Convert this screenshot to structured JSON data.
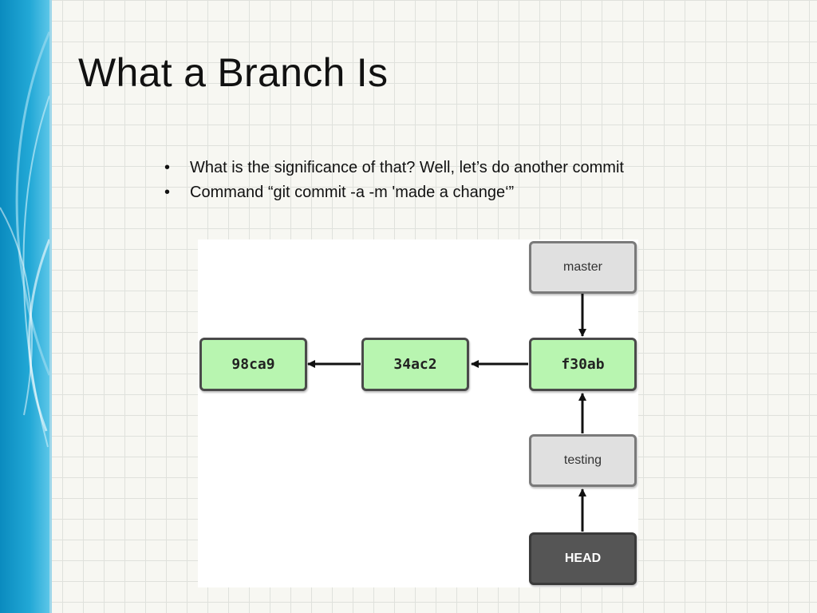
{
  "slide": {
    "title": "What a Branch Is",
    "bullets": [
      "What is the significance of that? Well, let’s do another commit",
      "Command “git commit -a -m 'made a change‘”"
    ],
    "bullet_symbol": "•"
  },
  "diagram": {
    "commits": [
      "98ca9",
      "34ac2",
      "f30ab"
    ],
    "branches": [
      "master",
      "testing"
    ],
    "head_label": "HEAD"
  },
  "colors": {
    "commit_fill": "#b8f5b0",
    "branch_fill": "#e0e0e0",
    "head_fill": "#555555",
    "accent_band": "#1aa3d4"
  }
}
